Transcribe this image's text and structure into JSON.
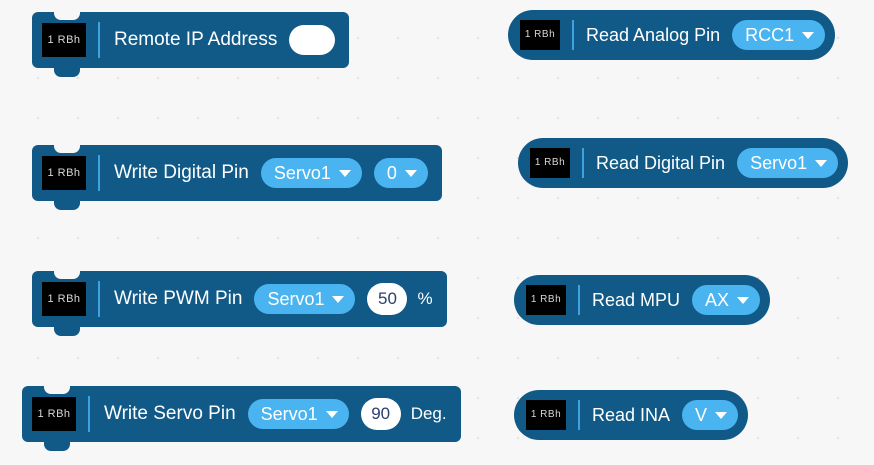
{
  "canvas": {
    "background_color": "#f7f7f7",
    "dot_color": "#e3e3e3",
    "block_color": "#115a87",
    "accent_color": "#4ab4f0",
    "badge_color": "#000000",
    "input_text_color": "#2a3f6e"
  },
  "blocks": [
    {
      "id": "remote-ip-address",
      "kind": "stack",
      "badge": "1 RBh",
      "label": "Remote IP Address",
      "input_value": "",
      "input_placeholder": ""
    },
    {
      "id": "write-digital-pin",
      "kind": "stack",
      "badge": "1 RBh",
      "label": "Write Digital Pin",
      "dropdown_pin": "Servo1",
      "dropdown_value": "0"
    },
    {
      "id": "write-pwm-pin",
      "kind": "stack",
      "badge": "1 RBh",
      "label": "Write PWM Pin",
      "dropdown_pin": "Servo1",
      "input_value": "50",
      "unit": "%"
    },
    {
      "id": "write-servo-pin",
      "kind": "stack",
      "badge": "1 RBh",
      "label": "Write Servo Pin",
      "dropdown_pin": "Servo1",
      "input_value": "90",
      "unit": "Deg."
    },
    {
      "id": "read-analog-pin",
      "kind": "reporter",
      "badge": "1 RBh",
      "label": "Read Analog Pin",
      "dropdown_pin": "RCC1"
    },
    {
      "id": "read-digital-pin",
      "kind": "reporter",
      "badge": "1 RBh",
      "label": "Read Digital Pin",
      "dropdown_pin": "Servo1"
    },
    {
      "id": "read-mpu",
      "kind": "reporter",
      "badge": "1 RBh",
      "label": "Read MPU",
      "dropdown_pin": "AX"
    },
    {
      "id": "read-ina",
      "kind": "reporter",
      "badge": "1 RBh",
      "label": "Read INA",
      "dropdown_pin": "V"
    }
  ]
}
